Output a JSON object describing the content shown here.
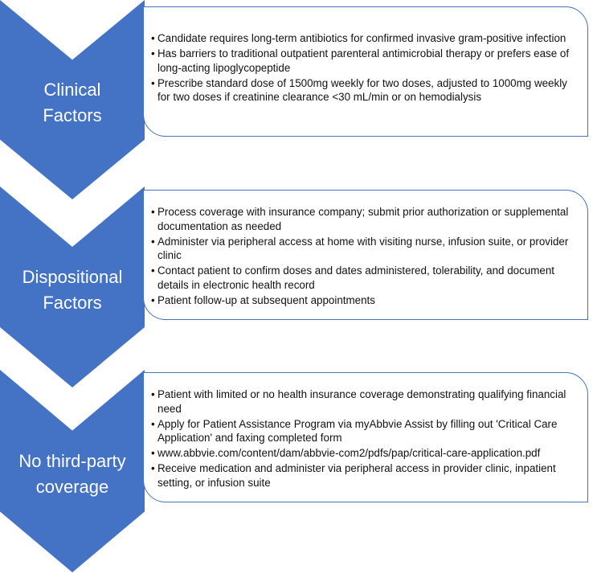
{
  "sections": [
    {
      "label": "Clinical\nFactors",
      "bullets": [
        "Candidate requires long-term antibiotics for confirmed invasive gram-positive infection",
        "Has barriers to traditional outpatient parenteral antimicrobial therapy or prefers ease of long-acting lipoglycopeptide",
        "Prescribe standard dose of 1500mg weekly for two doses, adjusted to 1000mg weekly for two doses if creatinine clearance <30 mL/min or on hemodialysis"
      ]
    },
    {
      "label": "Dispositional\nFactors",
      "bullets": [
        "Process coverage with insurance company; submit prior authorization or supplemental documentation as needed",
        "Administer via peripheral access at home with visiting nurse, infusion suite, or provider clinic",
        "Contact patient to confirm doses and dates administered, tolerability, and document details in electronic health record",
        "Patient follow-up at subsequent appointments"
      ]
    },
    {
      "label": "No third-party\ncoverage",
      "bullets": [
        "Patient with limited or no health insurance coverage demonstrating qualifying financial need",
        "Apply for Patient Assistance Program via myAbbvie Assist by filling out 'Critical Care Application' and faxing completed form",
        "www.abbvie.com/content/dam/abbvie-com2/pdfs/pap/critical-care-application.pdf",
        "Receive medication and administer via peripheral access in provider clinic, inpatient setting, or infusion suite"
      ]
    }
  ],
  "colors": {
    "accent": "#4472c4",
    "text": "#111111",
    "label_text": "#ffffff"
  }
}
